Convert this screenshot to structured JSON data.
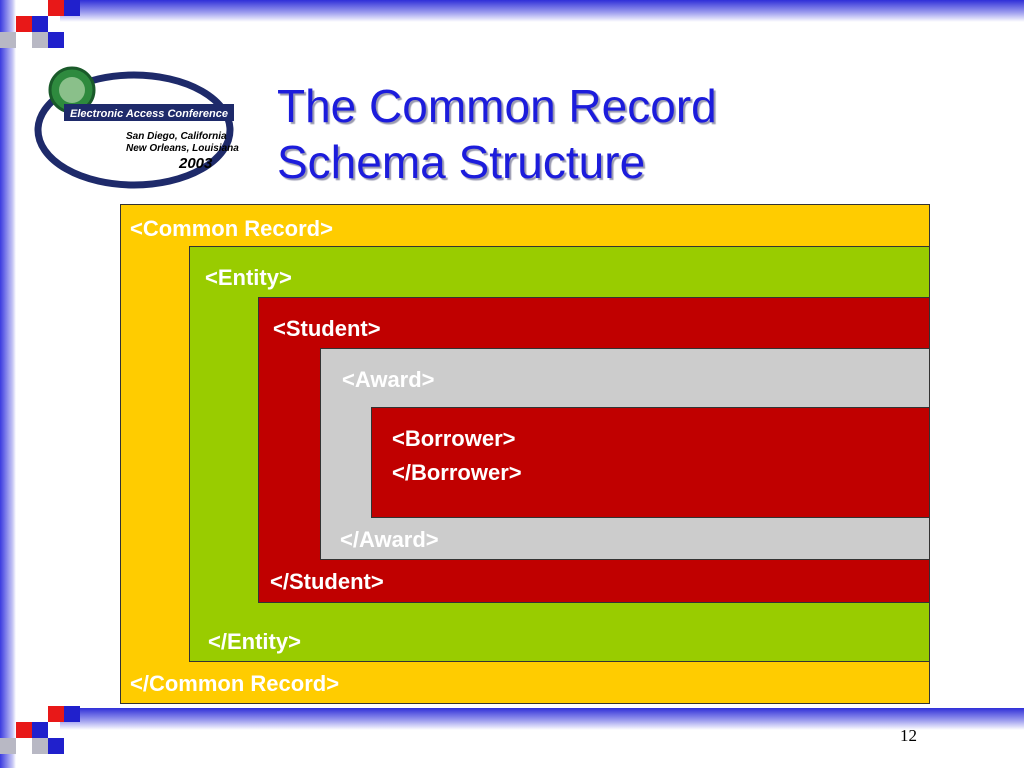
{
  "slide": {
    "title_line1": "The Common Record",
    "title_line2": "Schema Structure",
    "page_number": "12"
  },
  "logo": {
    "name": "Electronic Access Conference",
    "locations_line1": "San Diego, California",
    "locations_line2": "New Orleans, Louisiana",
    "year": "2003"
  },
  "schema": {
    "common_record_open": "<Common Record>",
    "common_record_close": "</Common Record>",
    "entity_open": "<Entity>",
    "entity_close": "</Entity>",
    "student_open": "<Student>",
    "student_close": "</Student>",
    "award_open": "<Award>",
    "award_close": "</Award>",
    "borrower_open": "<Borrower>",
    "borrower_close": "</Borrower>"
  },
  "colors": {
    "common_record": "#ffcc00",
    "entity": "#99cc00",
    "student": "#c00000",
    "award": "#cccccc",
    "borrower": "#c00000",
    "title": "#1c1cdc"
  }
}
